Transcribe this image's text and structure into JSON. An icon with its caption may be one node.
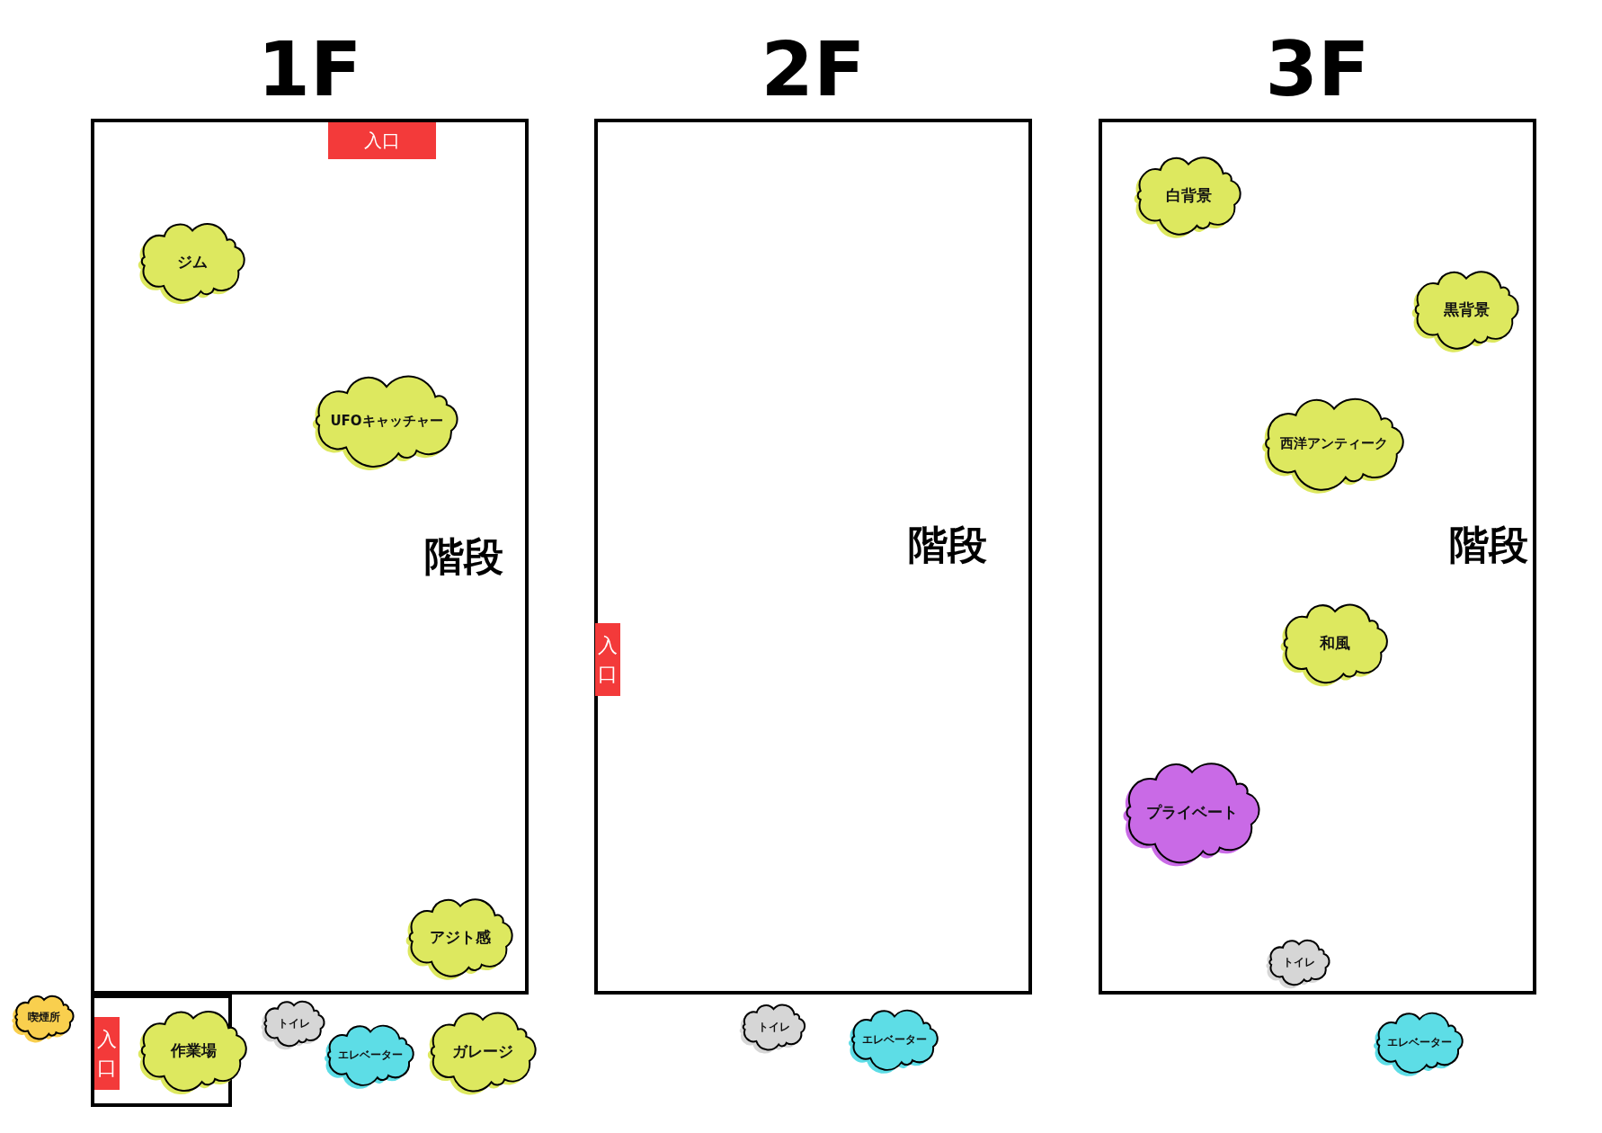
{
  "diagram": {
    "nodes": [
      {
        "text": [
          "1F"
        ]
      },
      {
        "text": [
          "入口"
        ],
        "in": 0
      },
      {
        "text": [
          "ジム"
        ],
        "in": 0
      },
      {
        "text": [
          "UFOキャッチャー"
        ],
        "in": 0
      },
      {
        "text": [
          "アジト感"
        ],
        "in": 0
      },
      {
        "text": [
          "喫煙所"
        ]
      },
      {
        "text": [],
        "shape": "box"
      },
      {
        "text": [
          "入口"
        ],
        "in": 6
      },
      {
        "text": [
          "作業場"
        ]
      },
      {
        "text": [
          "トイレ"
        ]
      },
      {
        "text": [
          "エレベーター"
        ]
      },
      {
        "text": [
          "ガレージ"
        ]
      },
      {
        "text": [
          "2F"
        ]
      },
      {
        "text": [
          "入口"
        ],
        "in": 12
      },
      {
        "text": [
          "トイレ"
        ]
      },
      {
        "text": [
          "エレベーター"
        ]
      },
      {
        "text": [
          "3F"
        ]
      },
      {
        "text": [
          "白背景"
        ],
        "in": 16
      },
      {
        "text": [
          "黒背景"
        ],
        "in": 16
      },
      {
        "text": [
          "西洋アンティーク"
        ],
        "in": 16
      },
      {
        "text": [
          "和風"
        ],
        "in": 16
      },
      {
        "text": [
          "プライベート"
        ],
        "in": 16
      },
      {
        "text": [
          "トイレ"
        ],
        "in": 16
      },
      {
        "text": [
          "エレベーター"
        ]
      }
    ],
    "edges": [],
    "labels": [
      "階段",
      "階段",
      "階段"
    ]
  }
}
